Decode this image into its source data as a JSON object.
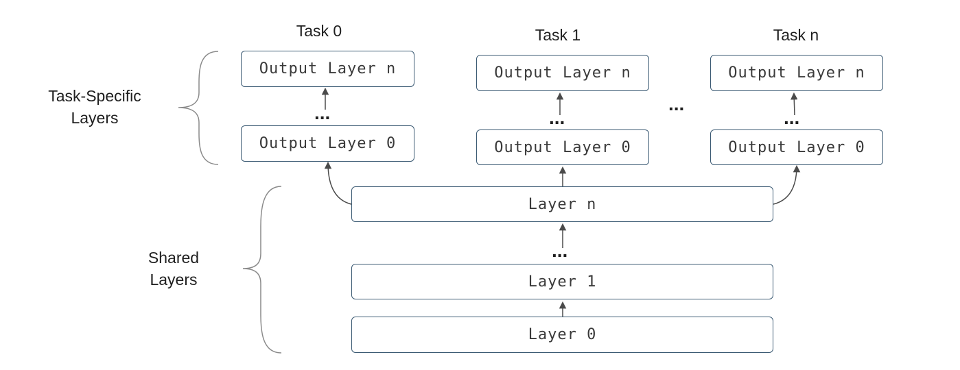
{
  "tasks": [
    {
      "title": "Task 0",
      "top_layer": "Output Layer n",
      "bottom_layer": "Output Layer 0"
    },
    {
      "title": "Task 1",
      "top_layer": "Output Layer n",
      "bottom_layer": "Output Layer 0"
    },
    {
      "title": "Task n",
      "top_layer": "Output Layer n",
      "bottom_layer": "Output Layer 0"
    }
  ],
  "ellipsis": "...",
  "task_specific_label": {
    "line1": "Task-Specific",
    "line2": "Layers"
  },
  "shared_label": {
    "line1": "Shared",
    "line2": "Layers"
  },
  "shared_layers": {
    "top": "Layer n",
    "middle": "Layer 1",
    "bottom": "Layer 0"
  },
  "colors": {
    "box_border": "#3b5a73",
    "arrow": "#4a4a4a",
    "brace": "#8a8a8a",
    "text": "#1f1f1f"
  }
}
